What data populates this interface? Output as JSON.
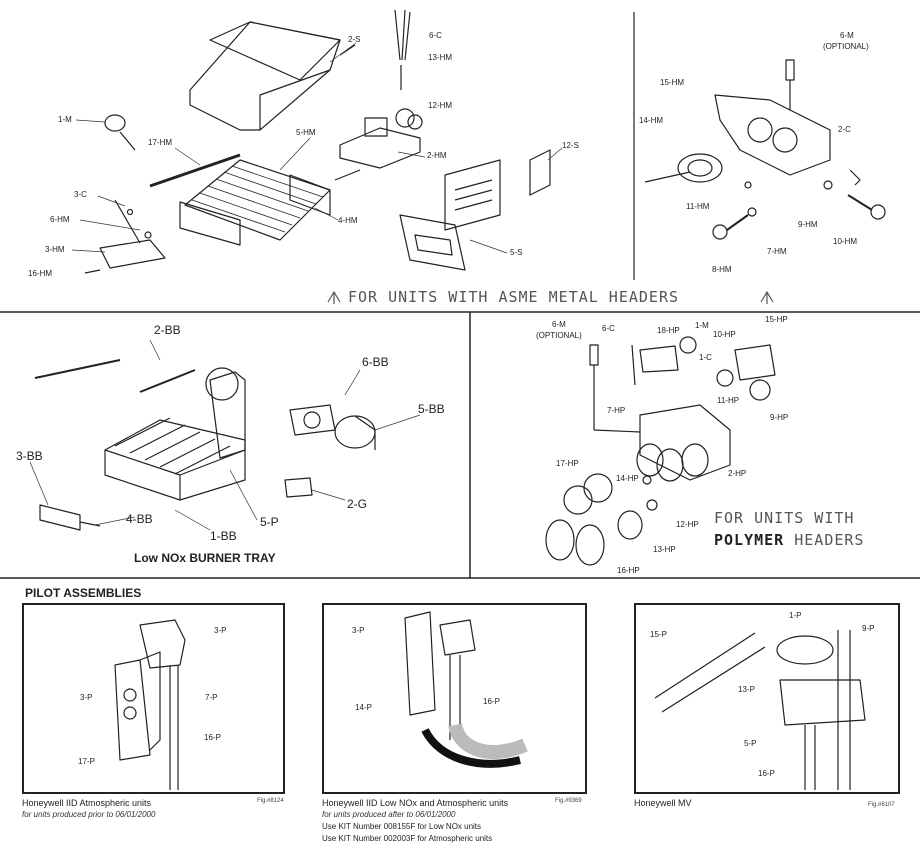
{
  "asme": {
    "caption": "FOR UNITS WITH ASME METAL HEADERS",
    "labels": {
      "s2": "2-S",
      "c6": "6-C",
      "hm13": "13-HM",
      "hm12": "12-HM",
      "m1": "1-M",
      "hm17": "17-HM",
      "hm5": "5-HM",
      "hm2": "2-HM",
      "s12": "12-S",
      "c3": "3-C",
      "hm6": "6-HM",
      "hm4": "4-HM",
      "hm3": "3-HM",
      "hm16": "16-HM",
      "s5": "5-S",
      "m6": "6-M",
      "optional": "(OPTIONAL)",
      "hm15": "15-HM",
      "hm14": "14-HM",
      "c2": "2-C",
      "hm11": "11-HM",
      "hm9": "9-HM",
      "hm10": "10-HM",
      "hm7": "7-HM",
      "hm8": "8-HM"
    }
  },
  "burner": {
    "title": "Low NOx BURNER TRAY",
    "labels": {
      "bb2": "2-BB",
      "bb6": "6-BB",
      "bb5": "5-BB",
      "bb3": "3-BB",
      "g2": "2-G",
      "bb4": "4-BB",
      "bb1": "1-BB",
      "p5": "5-P"
    }
  },
  "polymer": {
    "caption_line1": "FOR UNITS WITH",
    "caption_line2": "POLYMER",
    "caption_line2b": "HEADERS",
    "labels": {
      "m6": "6-M",
      "optional": "(OPTIONAL)",
      "c6": "6-C",
      "hp18": "18-HP",
      "m1": "1-M",
      "hp10": "10-HP",
      "hp15": "15-HP",
      "c1": "1-C",
      "hp7": "7-HP",
      "hp11": "11-HP",
      "hp9": "9-HP",
      "hp2": "2-HP",
      "hp17": "17-HP",
      "hp14": "14-HP",
      "hp12": "12-HP",
      "hp13": "13-HP",
      "hp16": "16-HP"
    }
  },
  "pilot": {
    "heading": "PILOT ASSEMBLIES",
    "panel1": {
      "labels": {
        "p3a": "3-P",
        "p3b": "3-P",
        "p7": "7-P",
        "p16": "16-P",
        "p17": "17-P"
      },
      "fig": "Fig.#8124",
      "title": "Honeywell IID Atmospheric units",
      "note": "for units produced prior to 06/01/2000"
    },
    "panel2": {
      "labels": {
        "p3": "3-P",
        "p14": "14-P",
        "p16": "16-P"
      },
      "fig": "Fig.#9369",
      "title": "Honeywell IID Low NOx and Atmospheric units",
      "note": "for units produced after to 06/01/2000",
      "kit1": "Use KIT Number 008155F for Low NOx units",
      "kit2": "Use KIT Number 002003F for Atmospheric units"
    },
    "panel3": {
      "labels": {
        "p1": "1-P",
        "p9": "9-P",
        "p15": "15-P",
        "p13": "13-P",
        "p5": "5-P",
        "p16": "16-P"
      },
      "fig": "Fig.#8107",
      "title": "Honeywell MV"
    }
  }
}
